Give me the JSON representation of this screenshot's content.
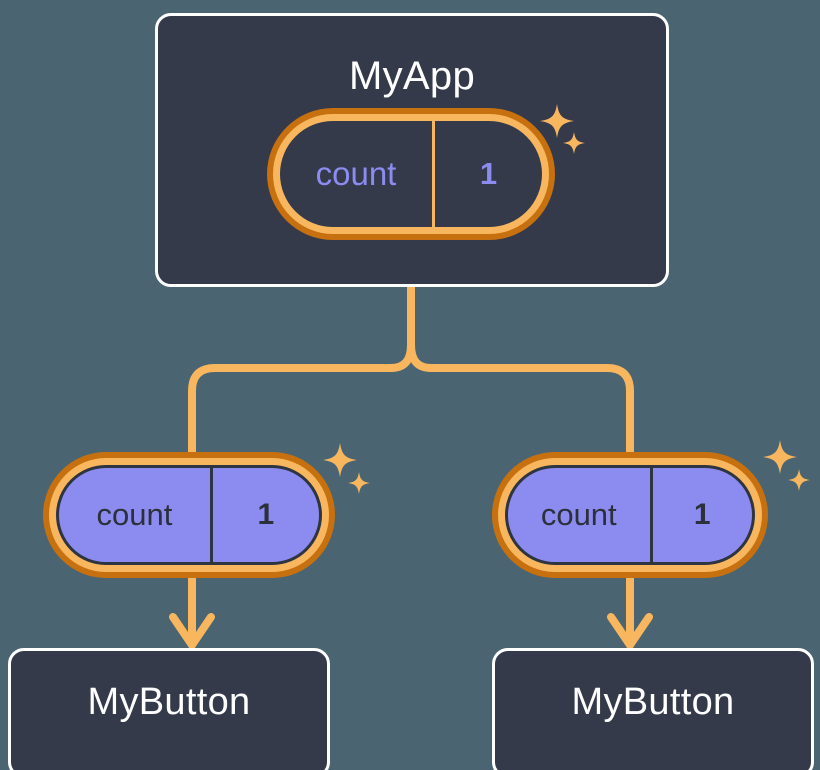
{
  "diagram": {
    "title": "React state propagation tree",
    "background_color": "#4a6571",
    "accent_color": "#f8b75e",
    "accent_dark_color": "#c7700f",
    "state_fill_color": "#8c8cf0",
    "card_fill_color": "#343a4a"
  },
  "root": {
    "card_label": "MyApp",
    "state": {
      "name": "count",
      "value": "1"
    },
    "sparkle_a": "sparkle-icon",
    "sparkle_b": "sparkle-icon"
  },
  "children": [
    {
      "state": {
        "name": "count",
        "value": "1"
      },
      "card_label": "MyButton",
      "sparkle_a": "sparkle-icon",
      "sparkle_b": "sparkle-icon"
    },
    {
      "state": {
        "name": "count",
        "value": "1"
      },
      "card_label": "MyButton",
      "sparkle_a": "sparkle-icon",
      "sparkle_b": "sparkle-icon"
    }
  ],
  "connectors": {
    "trunk": "vertical-branch-connector",
    "arrow_left": "down-arrow-icon",
    "arrow_right": "down-arrow-icon"
  }
}
